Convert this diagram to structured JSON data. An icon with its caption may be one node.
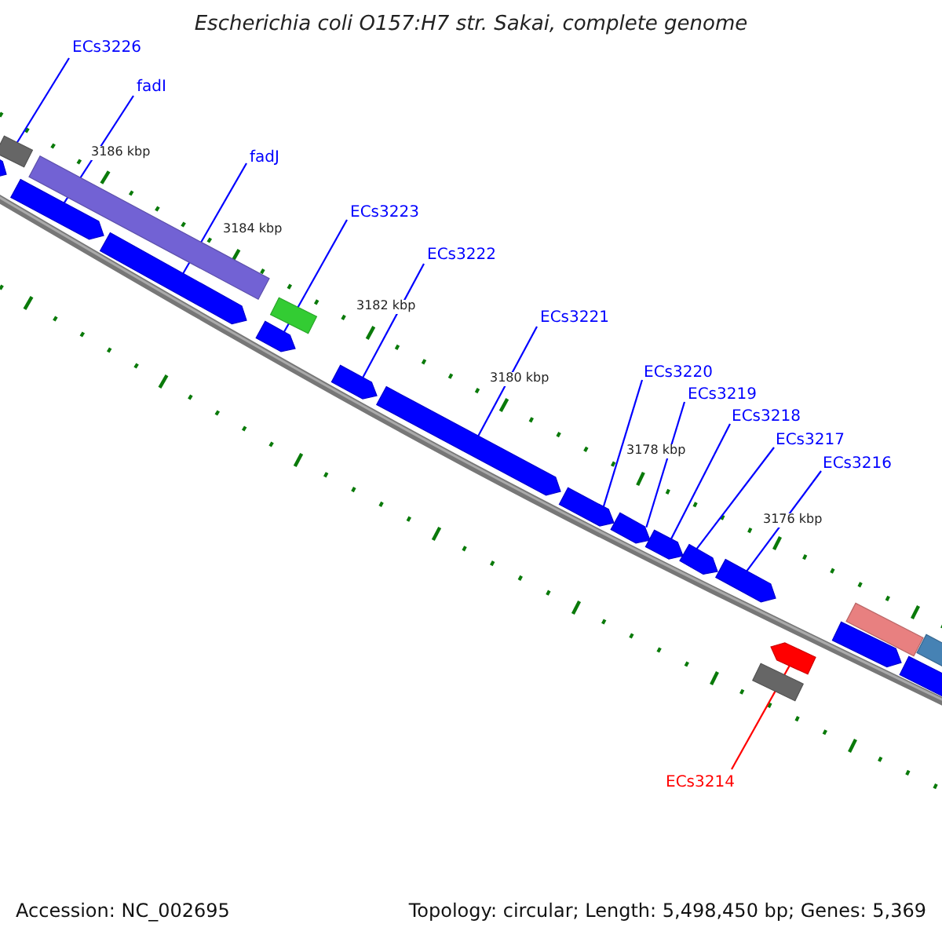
{
  "diagram": {
    "title": "Escherichia coli O157:H7 str. Sakai, complete genome",
    "nodes": [
      {
        "text": [
          "ECs3226"
        ]
      },
      {
        "text": [
          "fadI"
        ]
      },
      {
        "text": [
          "fadJ"
        ]
      },
      {
        "text": [
          "ECs3223"
        ]
      },
      {
        "text": [
          "ECs3222"
        ]
      },
      {
        "text": [
          "ECs3221"
        ]
      },
      {
        "text": [
          "ECs3220"
        ]
      },
      {
        "text": [
          "ECs3219"
        ]
      },
      {
        "text": [
          "ECs3218"
        ]
      },
      {
        "text": [
          "ECs3217"
        ]
      },
      {
        "text": [
          "ECs3216"
        ]
      },
      {
        "text": [
          "ECs3214"
        ]
      },
      {
        "text": [],
        "shape": "bar"
      },
      {
        "text": [],
        "shape": "arrow"
      },
      {
        "text": [],
        "shape": "bar"
      },
      {
        "text": [],
        "shape": "arrow"
      },
      {
        "text": [],
        "shape": "arrow"
      },
      {
        "text": [],
        "shape": "bar"
      },
      {
        "text": [],
        "shape": "arrow"
      },
      {
        "text": [],
        "shape": "arrow"
      },
      {
        "text": [],
        "shape": "arrow"
      },
      {
        "text": [],
        "shape": "arrow"
      },
      {
        "text": [],
        "shape": "arrow"
      },
      {
        "text": [],
        "shape": "arrow"
      },
      {
        "text": [],
        "shape": "arrow"
      },
      {
        "text": [],
        "shape": "arrow"
      },
      {
        "text": [],
        "shape": "bar"
      },
      {
        "text": [],
        "shape": "arrow"
      },
      {
        "text": [],
        "shape": "arrow"
      },
      {
        "text": [],
        "shape": "bar"
      },
      {
        "text": [],
        "shape": "bar"
      },
      {
        "text": [],
        "shape": "arrow"
      }
    ],
    "edges": [
      {
        "from": 0,
        "to": 12,
        "arrow": "none"
      },
      {
        "from": 1,
        "to": 15,
        "arrow": "none"
      },
      {
        "from": 2,
        "to": 16,
        "arrow": "none"
      },
      {
        "from": 3,
        "to": 18,
        "arrow": "none"
      },
      {
        "from": 4,
        "to": 19,
        "arrow": "none"
      },
      {
        "from": 5,
        "to": 20,
        "arrow": "none"
      },
      {
        "from": 6,
        "to": 21,
        "arrow": "none"
      },
      {
        "from": 7,
        "to": 22,
        "arrow": "none"
      },
      {
        "from": 8,
        "to": 23,
        "arrow": "none"
      },
      {
        "from": 9,
        "to": 24,
        "arrow": "none"
      },
      {
        "from": 10,
        "to": 25,
        "arrow": "none"
      },
      {
        "from": 11,
        "to": 27,
        "arrow": "none",
        "color": "#ff0000"
      }
    ],
    "labels": [
      "3186 kbp",
      "3184 kbp",
      "3182 kbp",
      "3180 kbp",
      "3178 kbp",
      "3176 kbp",
      "Accession: NC_002695",
      "Topology: circular; Length: 5,498,450 bp; Genes: 5,369"
    ]
  }
}
